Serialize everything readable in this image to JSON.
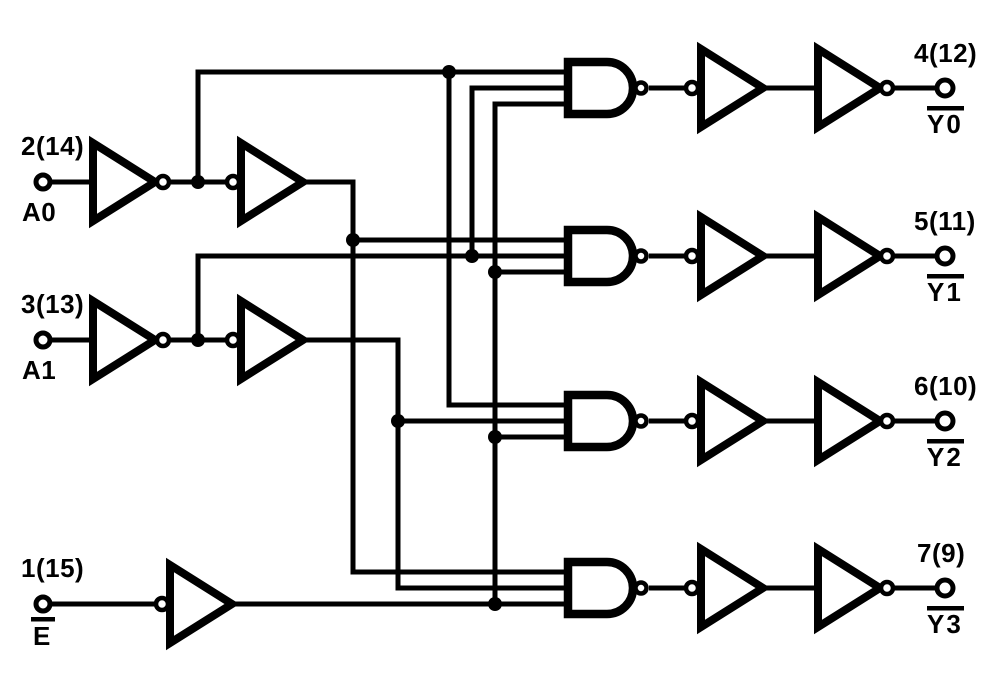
{
  "diagram": {
    "inputs": [
      {
        "pin": "2(14)",
        "name": "A0",
        "overline": false
      },
      {
        "pin": "3(13)",
        "name": "A1",
        "overline": false
      },
      {
        "pin": "1(15)",
        "name": "E",
        "overline": true
      }
    ],
    "outputs": [
      {
        "pin": "4(12)",
        "name": "Y0",
        "overline": true
      },
      {
        "pin": "5(11)",
        "name": "Y1",
        "overline": true
      },
      {
        "pin": "6(10)",
        "name": "Y2",
        "overline": true
      },
      {
        "pin": "7(9)",
        "name": "Y3",
        "overline": true
      }
    ],
    "colors": {
      "line": "#000000",
      "background": "#ffffff"
    }
  }
}
